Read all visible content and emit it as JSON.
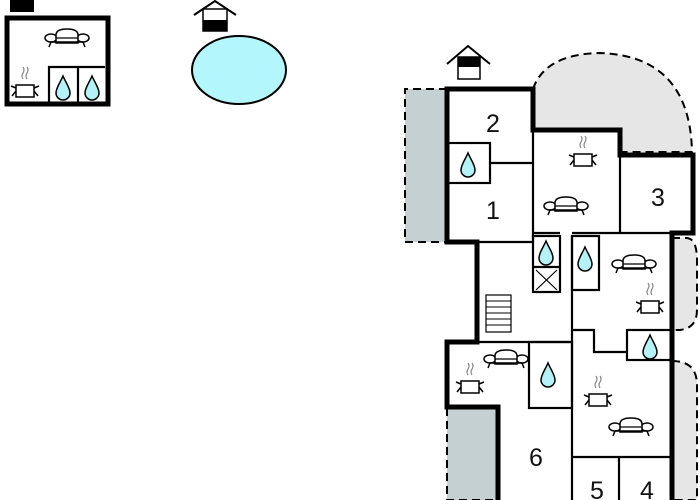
{
  "title": "Floor plan",
  "colors": {
    "pool": "#b3f6fb",
    "water_drop": "#b3f3f7",
    "terrace": "#e6e6e6",
    "carport": "#c5d0d2",
    "wall": "#000000"
  },
  "rooms": [
    {
      "label": "2"
    },
    {
      "label": "1"
    },
    {
      "label": "3"
    },
    {
      "label": "6"
    },
    {
      "label": "5"
    },
    {
      "label": "4"
    }
  ],
  "icons": [
    "sofa-icon",
    "cooking-pot-icon",
    "water-drop-icon",
    "entrance-icon",
    "stairs-icon",
    "wc-cross-icon",
    "pool"
  ]
}
